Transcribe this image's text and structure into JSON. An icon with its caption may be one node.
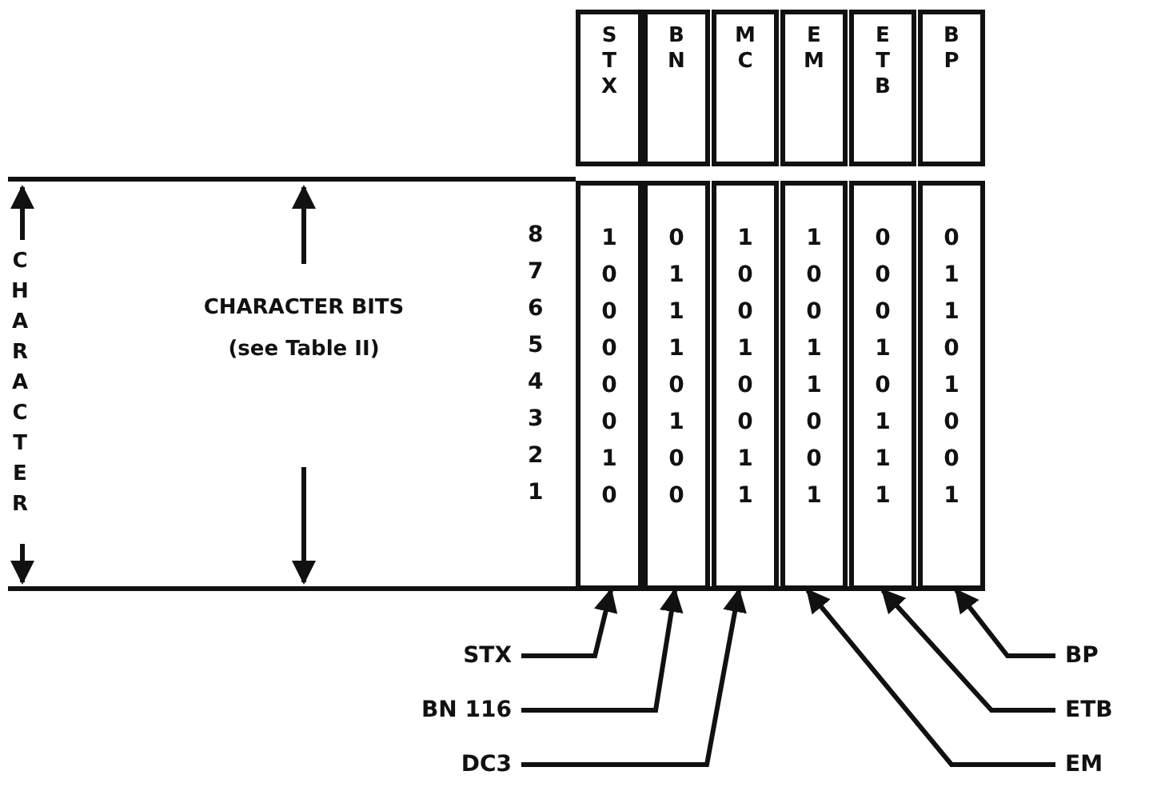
{
  "diagram": {
    "nodes": [
      {
        "text": [
          "STX"
        ]
      },
      {
        "text": [
          "BN"
        ]
      },
      {
        "text": [
          "MC"
        ]
      },
      {
        "text": [
          "EM"
        ]
      },
      {
        "text": [
          "ETB"
        ]
      },
      {
        "text": [
          "BP"
        ]
      },
      {
        "text": [
          "1",
          "0",
          "0",
          "0",
          "0",
          "0",
          "1",
          "0"
        ]
      },
      {
        "text": [
          "0",
          "1",
          "1",
          "1",
          "0",
          "1",
          "0",
          "0"
        ]
      },
      {
        "text": [
          "1",
          "0",
          "0",
          "1",
          "0",
          "0",
          "1",
          "1"
        ]
      },
      {
        "text": [
          "1",
          "0",
          "0",
          "1",
          "1",
          "0",
          "0",
          "1"
        ]
      },
      {
        "text": [
          "0",
          "0",
          "0",
          "1",
          "0",
          "1",
          "1",
          "1"
        ]
      },
      {
        "text": [
          "0",
          "1",
          "1",
          "0",
          "1",
          "0",
          "0",
          "1"
        ]
      },
      {
        "text": [
          "STX"
        ]
      },
      {
        "text": [
          "BN 116"
        ]
      },
      {
        "text": [
          "DC3"
        ]
      },
      {
        "text": [
          "BP"
        ]
      },
      {
        "text": [
          "ETB"
        ]
      },
      {
        "text": [
          "EM"
        ]
      }
    ],
    "edges": [
      {
        "from": 12,
        "to": 6,
        "arrow": "to"
      },
      {
        "from": 13,
        "to": 7,
        "arrow": "to"
      },
      {
        "from": 14,
        "to": 8,
        "arrow": "to"
      },
      {
        "from": 15,
        "to": 11,
        "arrow": "to"
      },
      {
        "from": 16,
        "to": 10,
        "arrow": "to"
      },
      {
        "from": 17,
        "to": 9,
        "arrow": "to"
      }
    ],
    "labels": [
      "CHARACTER",
      "CHARACTER BITS (see Table II)",
      "8",
      "7",
      "6",
      "5",
      "4",
      "3",
      "2",
      "1"
    ]
  }
}
